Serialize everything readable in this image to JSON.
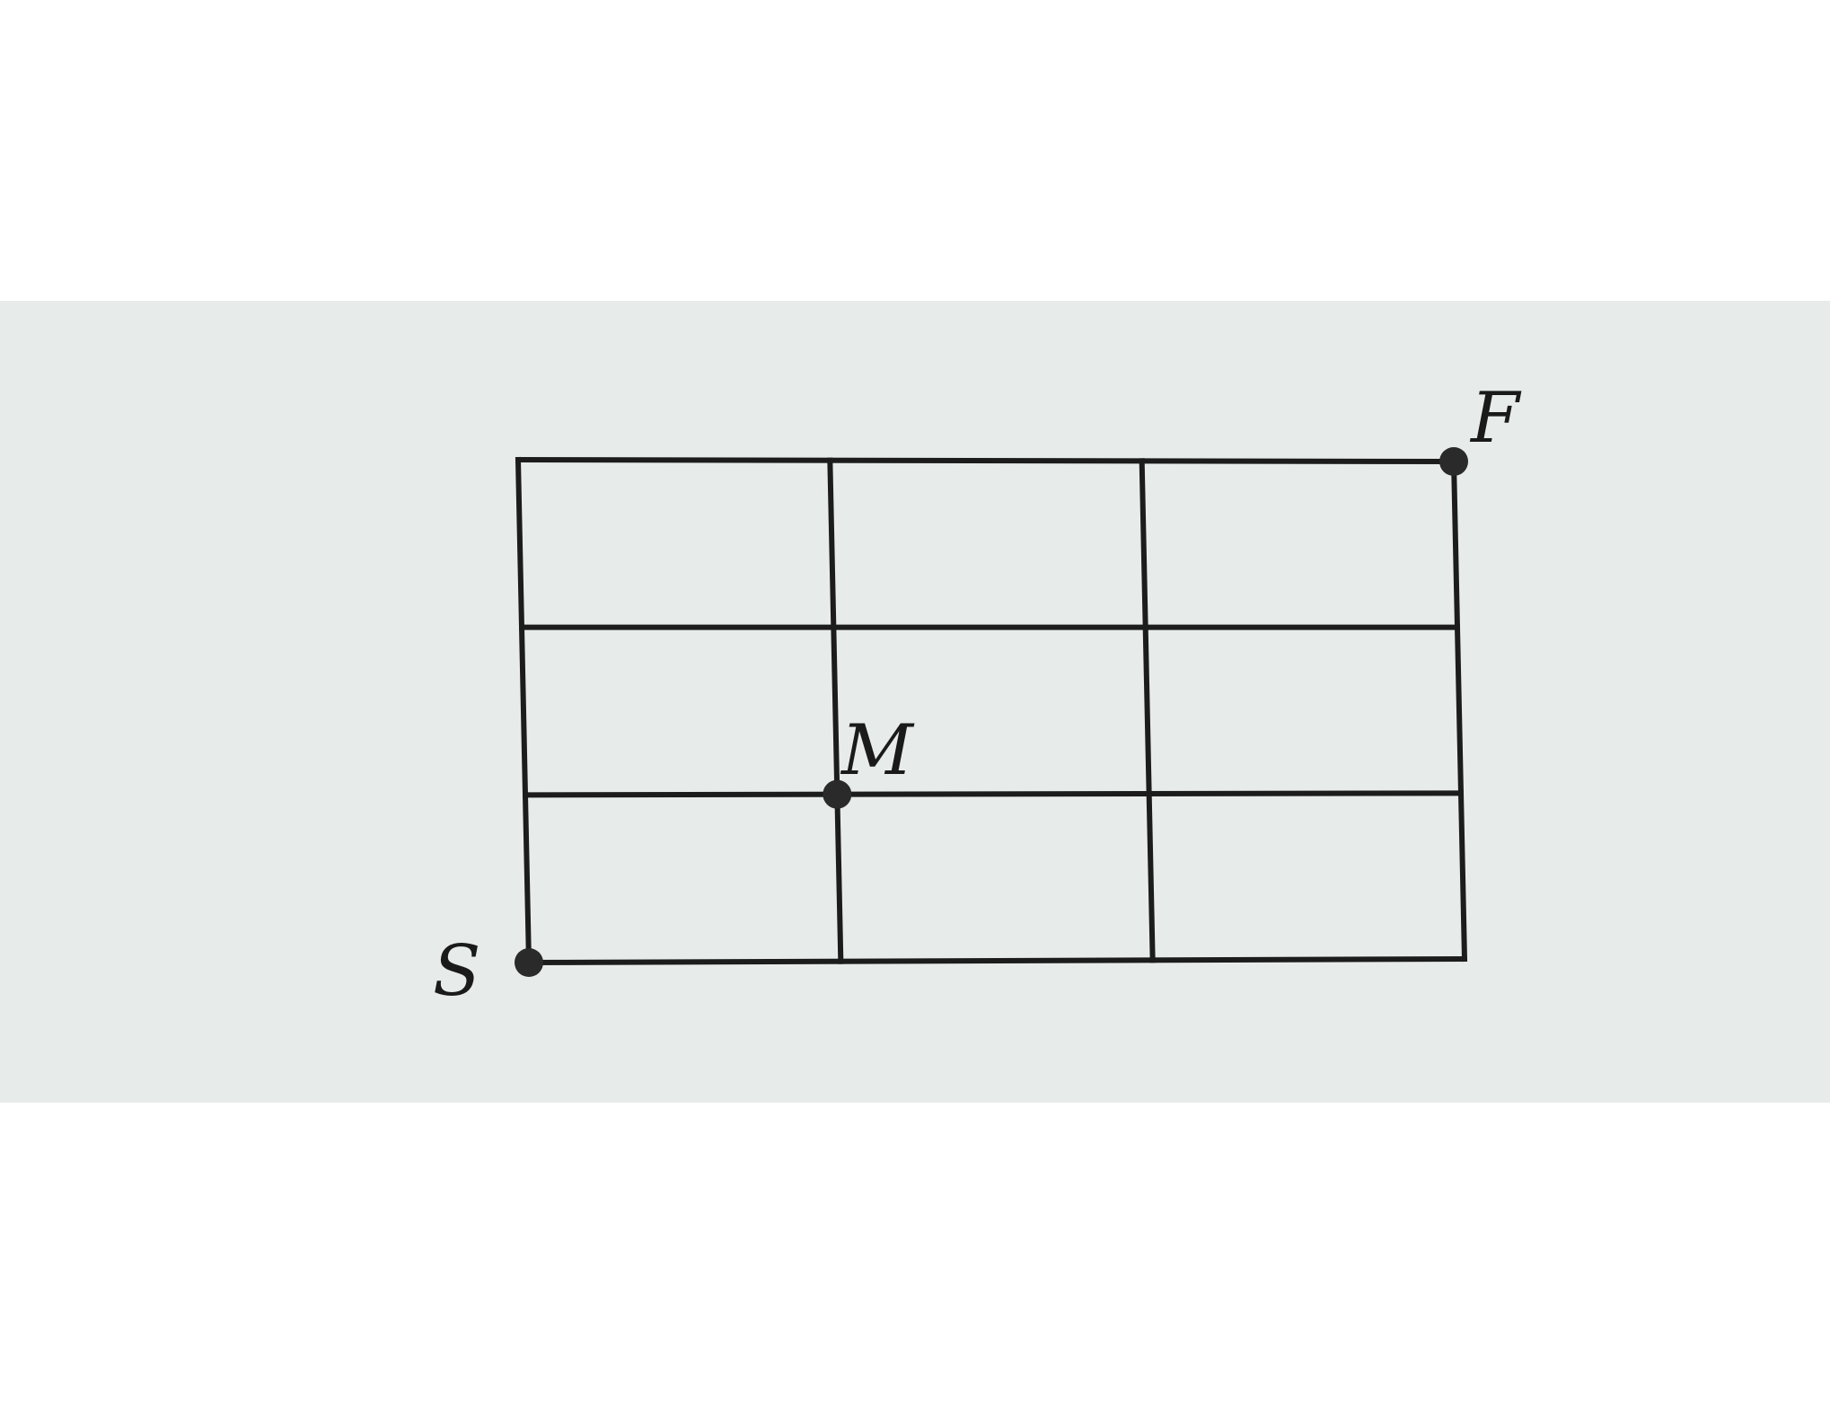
{
  "grid": {
    "columns": 3,
    "rows": 3,
    "line_color": "#1c1c1c",
    "background_color": "#e7ebea"
  },
  "points": {
    "start": {
      "label": "S",
      "col": 0,
      "row": 0
    },
    "middle": {
      "label": "M",
      "col": 1,
      "row": 1
    },
    "finish": {
      "label": "F",
      "col": 3,
      "row": 3
    }
  }
}
